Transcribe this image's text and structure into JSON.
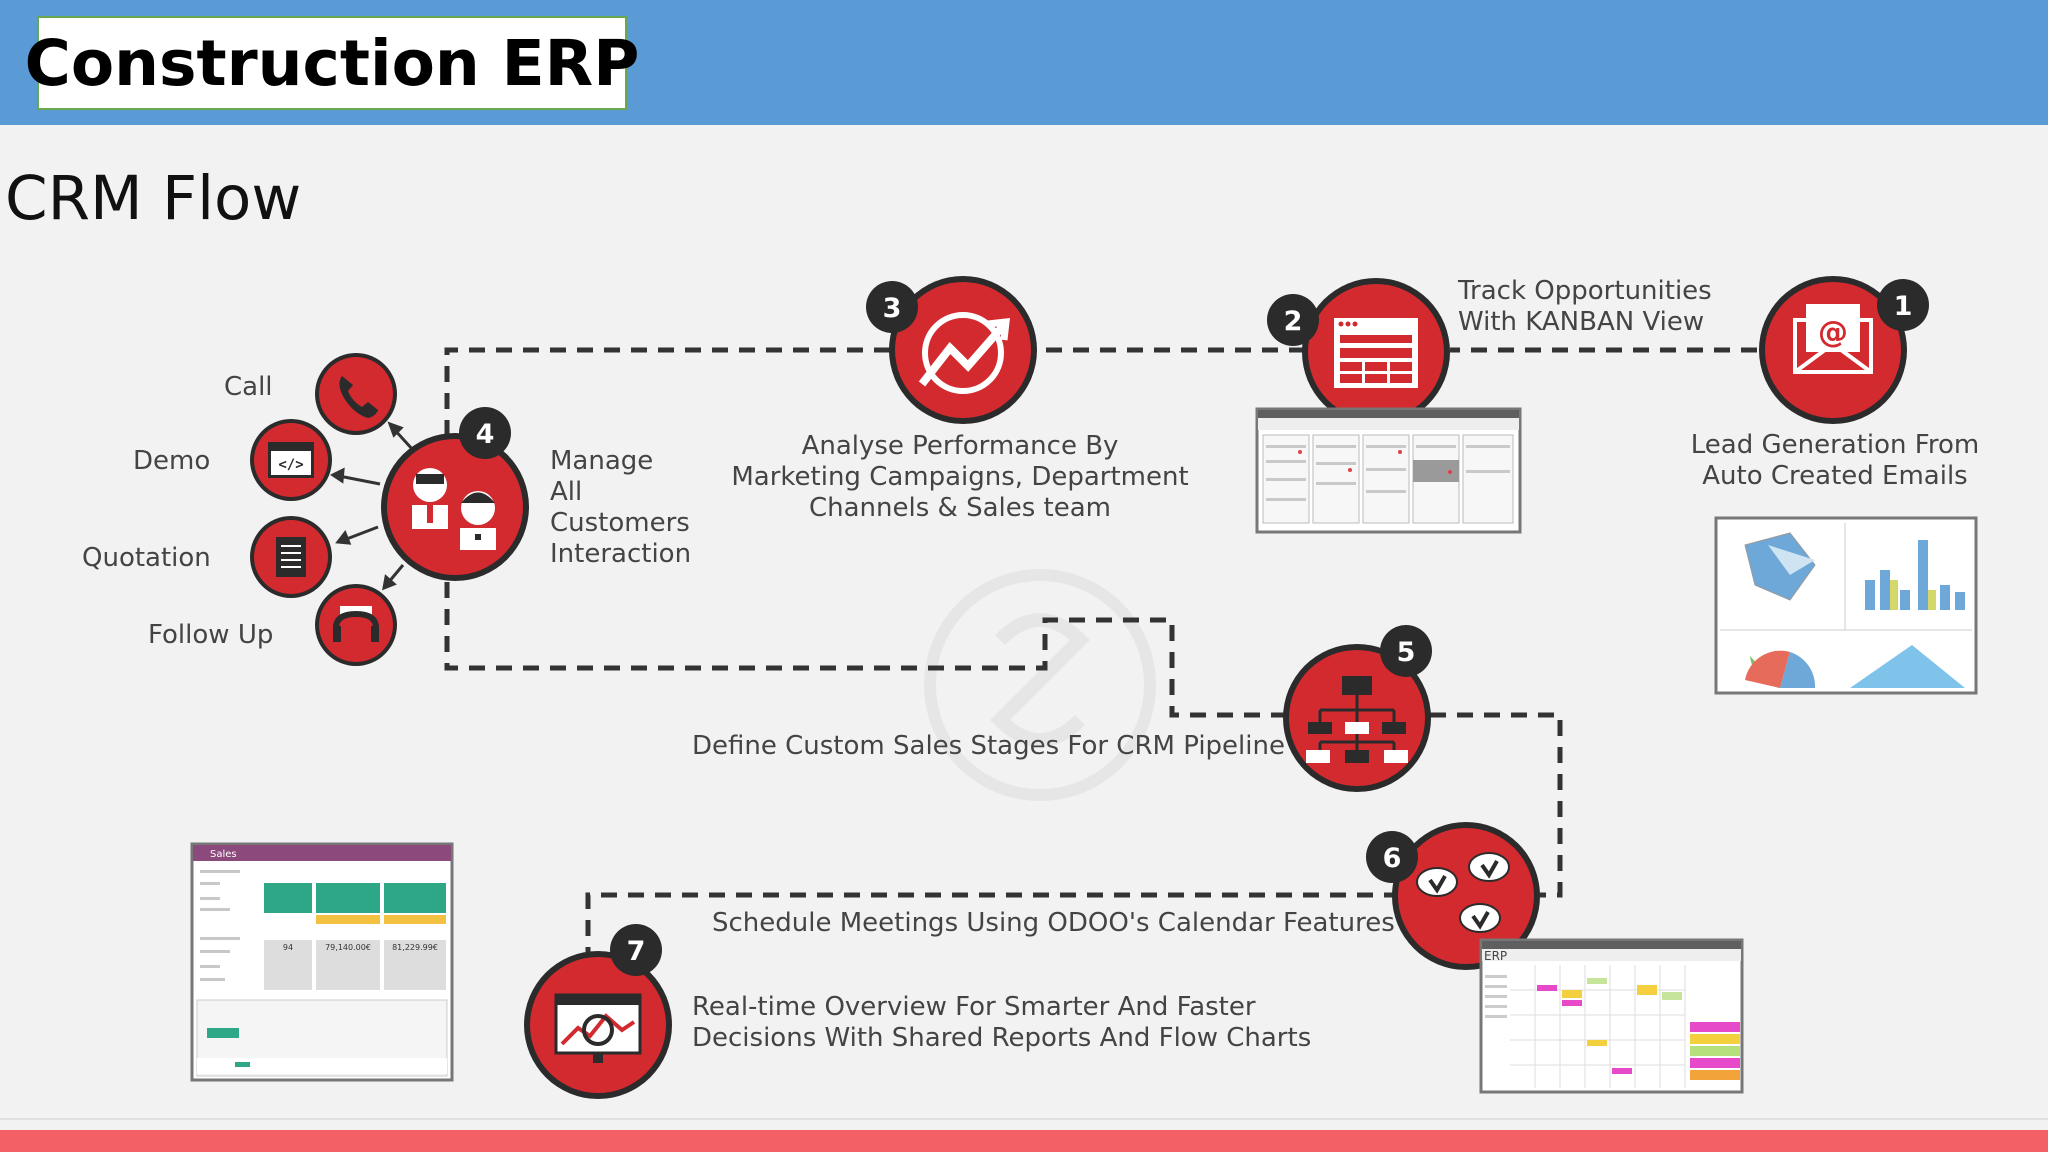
{
  "header": {
    "title": "Construction ERP",
    "color": "#5b9bd5"
  },
  "subtitle": "CRM  Flow",
  "accent_color": "#d32a2f",
  "steps": [
    {
      "number": "1",
      "icon": "email-at-icon",
      "label_lines": [
        "Lead Generation From",
        "Auto Created Emails"
      ]
    },
    {
      "number": "2",
      "icon": "kanban-board-icon",
      "label_lines": [
        "Track Opportunities",
        "With KANBAN View"
      ]
    },
    {
      "number": "3",
      "icon": "growth-chart-icon",
      "label_lines": [
        "Analyse Performance By",
        "Marketing Campaigns, Department",
        "Channels & Sales team"
      ]
    },
    {
      "number": "4",
      "icon": "customers-icon",
      "label_lines": [
        "Manage",
        "All",
        "Customers",
        "Interaction"
      ]
    },
    {
      "number": "5",
      "icon": "hierarchy-icon",
      "label_lines": [
        "Define Custom Sales Stages For CRM Pipeline"
      ]
    },
    {
      "number": "6",
      "icon": "meeting-clouds-icon",
      "label_lines": [
        "Schedule Meetings Using ODOO's Calendar Features"
      ]
    },
    {
      "number": "7",
      "icon": "report-monitor-icon",
      "label_lines": [
        "Real-time Overview For Smarter And Faster",
        "Decisions With Shared Reports And Flow Charts"
      ]
    }
  ],
  "interactions": [
    {
      "label": "Call",
      "icon": "phone-icon"
    },
    {
      "label": "Demo",
      "icon": "code-window-icon"
    },
    {
      "label": "Quotation",
      "icon": "document-icon"
    },
    {
      "label": "Follow Up",
      "icon": "headset-icon"
    }
  ],
  "screenshots": {
    "dashboard": {
      "app_title": "Sales",
      "values": [
        "94",
        "79,140.00€",
        "81,229.99€"
      ]
    },
    "calendar": {
      "app_title": "ERP"
    }
  }
}
